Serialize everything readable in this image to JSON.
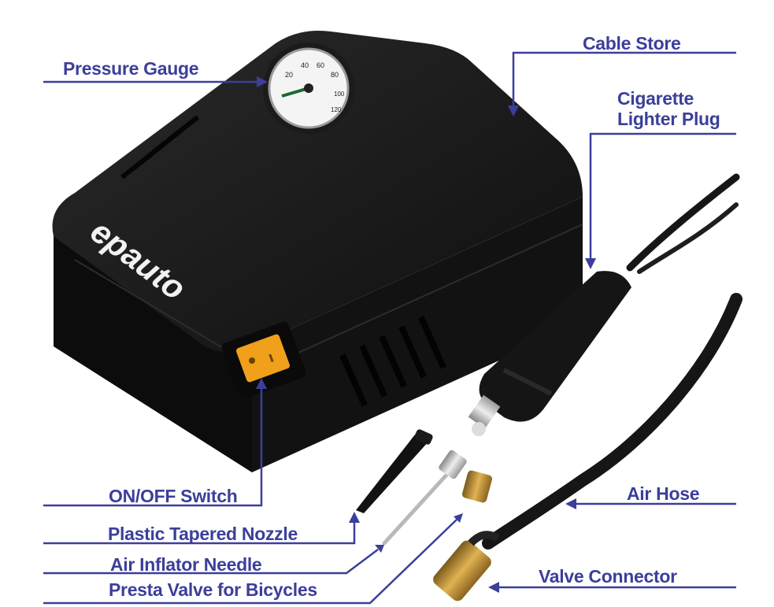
{
  "colors": {
    "label_text": "#3b3f9a",
    "leader_line": "#3b3f9a",
    "body": "#141414",
    "switch": "#f0a01a",
    "brass": "#c99a3a"
  },
  "brand": "epauto",
  "gauge_ticks": [
    "20",
    "40",
    "60",
    "80",
    "100",
    "120"
  ],
  "labels": {
    "pressure_gauge": "Pressure Gauge",
    "cable_store": "Cable Store",
    "cigarette_plug_line1": "Cigarette",
    "cigarette_plug_line2": "Lighter Plug",
    "onoff_switch": "ON/OFF Switch",
    "air_hose": "Air Hose",
    "plastic_nozzle": "Plastic Tapered Nozzle",
    "air_needle": "Air Inflator Needle",
    "valve_connector": "Valve Connector",
    "presta_valve": "Presta Valve for Bicycles"
  }
}
